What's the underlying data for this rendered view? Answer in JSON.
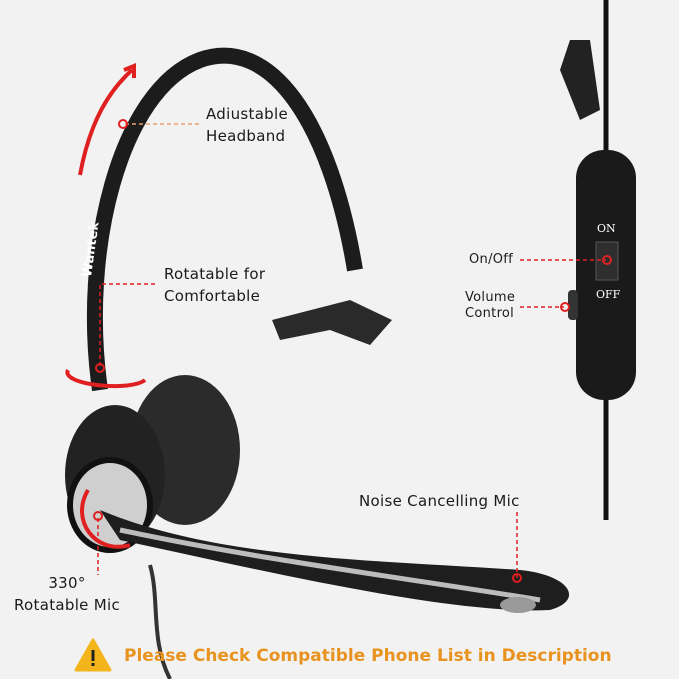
{
  "labels": {
    "headband": [
      "Adiustable",
      "Headband"
    ],
    "rotatable": [
      "Rotatable for",
      "Comfortable"
    ],
    "mic": [
      "330°",
      "Rotatable Mic"
    ],
    "noise": "Noise Cancelling Mic",
    "onoff": "On/Off",
    "volume": [
      "Volume",
      "Control"
    ],
    "switch_on": "ON",
    "switch_off": "OFF"
  },
  "brand": "Wantek",
  "notice": "Please Check Compatible Phone List in Description",
  "colors": {
    "accent": "#e02020",
    "notice": "#e8931f",
    "warning_icon": "#f3b51b",
    "leader_line": "#e8a070"
  },
  "icons": [
    "rotate-arrow-icon",
    "warning-icon"
  ]
}
